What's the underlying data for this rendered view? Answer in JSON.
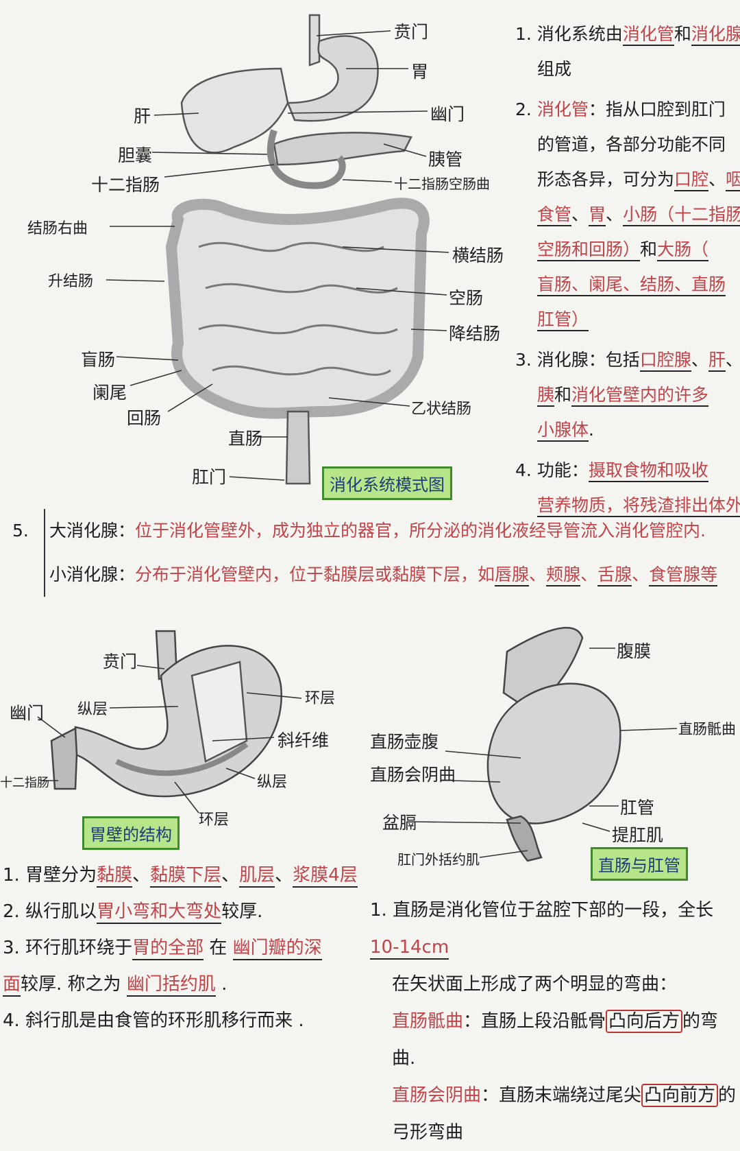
{
  "digestive_diagram": {
    "caption": "消化系统模式图",
    "labels": {
      "cardia": "贲门",
      "stomach": "胃",
      "liver": "肝",
      "pylorus": "幽门",
      "gallbladder": "胆囊",
      "pancreatic_duct": "胰管",
      "duodenum": "十二指肠",
      "duodenojejunal_flexure": "十二指肠空肠曲",
      "right_colic_flexure": "结肠右曲",
      "transverse_colon": "横结肠",
      "ascending_colon": "升结肠",
      "jejunum": "空肠",
      "descending_colon": "降结肠",
      "cecum": "盲肠",
      "appendix": "阑尾",
      "ileum": "回肠",
      "sigmoid_colon": "乙状结肠",
      "rectum": "直肠",
      "anus": "肛门"
    }
  },
  "right_notes": [
    {
      "lines": [
        [
          {
            "t": "1. 消化系统由",
            "c": "k"
          },
          {
            "t": "消化管",
            "c": "r",
            "u": 1
          },
          {
            "t": "和",
            "c": "k"
          },
          {
            "t": "消化腺",
            "c": "r",
            "u": 1
          }
        ],
        [
          {
            "t": "组成",
            "c": "k",
            "i": 1
          }
        ]
      ]
    },
    {
      "lines": [
        [
          {
            "t": "2. ",
            "c": "k"
          },
          {
            "t": "消化管",
            "c": "r"
          },
          {
            "t": "：指从口腔到肛门",
            "c": "k"
          }
        ],
        [
          {
            "t": "的管道，各部分功能不同",
            "c": "k",
            "i": 1
          }
        ],
        [
          {
            "t": "形态各异，可分为",
            "c": "k",
            "i": 1
          },
          {
            "t": "口腔",
            "c": "r",
            "u": 1
          },
          {
            "t": "、",
            "c": "k"
          },
          {
            "t": "咽",
            "c": "r",
            "u": 1
          }
        ],
        [
          {
            "t": "食管",
            "c": "r",
            "u": 1,
            "i": 1
          },
          {
            "t": "、",
            "c": "k"
          },
          {
            "t": "胃",
            "c": "r",
            "u": 1
          },
          {
            "t": "、",
            "c": "k"
          },
          {
            "t": "小肠（十二指肠、",
            "c": "r",
            "u": 1
          }
        ],
        [
          {
            "t": "空肠和回肠）",
            "c": "r",
            "u": 1,
            "i": 1
          },
          {
            "t": "和",
            "c": "k"
          },
          {
            "t": "大肠（",
            "c": "r",
            "u": 1
          }
        ],
        [
          {
            "t": "盲肠、阑尾、结肠、直肠",
            "c": "r",
            "u": 1,
            "i": 1
          }
        ],
        [
          {
            "t": "肛管）",
            "c": "r",
            "u": 1,
            "i": 1
          }
        ]
      ]
    },
    {
      "lines": [
        [
          {
            "t": "3. 消化腺：包括",
            "c": "k"
          },
          {
            "t": "口腔腺",
            "c": "r",
            "u": 1
          },
          {
            "t": "、",
            "c": "k"
          },
          {
            "t": "肝",
            "c": "r",
            "u": 1
          },
          {
            "t": "、",
            "c": "k"
          }
        ],
        [
          {
            "t": "胰",
            "c": "r",
            "u": 1,
            "i": 1
          },
          {
            "t": "和",
            "c": "k"
          },
          {
            "t": "消化管壁内的许多",
            "c": "r",
            "u": 1
          }
        ],
        [
          {
            "t": "小腺体",
            "c": "r",
            "u": 1,
            "i": 1
          },
          {
            "t": ".",
            "c": "k"
          }
        ]
      ]
    },
    {
      "lines": [
        [
          {
            "t": "4. 功能：",
            "c": "k"
          },
          {
            "t": "摄取食物和吸收",
            "c": "r",
            "u": 1
          }
        ],
        [
          {
            "t": "营养物质，将残渣排出体外",
            "c": "r",
            "u": 1,
            "i": 1
          }
        ]
      ]
    }
  ],
  "section5": {
    "number": "5.",
    "lines": [
      [
        {
          "t": "大消化腺：",
          "c": "k"
        },
        {
          "t": "位于消化管壁外，成为独立的器官，所分泌的消化液经导管流入消化管腔内.",
          "c": "r"
        }
      ],
      [
        {
          "t": "小消化腺：",
          "c": "k"
        },
        {
          "t": "分布于消化管壁内，位于黏膜层或黏膜下层，如",
          "c": "r"
        },
        {
          "t": "唇腺",
          "c": "r",
          "u": 1
        },
        {
          "t": "、",
          "c": "r"
        },
        {
          "t": "颊腺",
          "c": "r",
          "u": 1
        },
        {
          "t": "、",
          "c": "r"
        },
        {
          "t": "舌腺",
          "c": "r",
          "u": 1
        },
        {
          "t": "、",
          "c": "r"
        },
        {
          "t": "食管腺等",
          "c": "r",
          "u": 1
        }
      ]
    ]
  },
  "stomach_diagram": {
    "caption": "胃壁的结构",
    "labels": {
      "cardia": "贲门",
      "pylorus": "幽门",
      "longitudinal_outer": "纵层",
      "circular_right": "环层",
      "oblique_fibers": "斜纤维",
      "duodenum": "十二指肠",
      "longitudinal_lower": "纵层",
      "circular_lower": "环层"
    }
  },
  "stomach_notes": [
    [
      {
        "t": "1. 胃壁分为",
        "c": "k"
      },
      {
        "t": "黏膜",
        "c": "r",
        "u": 1
      },
      {
        "t": "、",
        "c": "k"
      },
      {
        "t": "黏膜下层",
        "c": "r",
        "u": 1
      },
      {
        "t": "、",
        "c": "k"
      },
      {
        "t": "肌层",
        "c": "r",
        "u": 1
      },
      {
        "t": "、",
        "c": "k"
      },
      {
        "t": "浆膜4层",
        "c": "r",
        "u": 1
      }
    ],
    [
      {
        "t": "2. 纵行肌以",
        "c": "k"
      },
      {
        "t": "胃小弯和大弯处",
        "c": "r",
        "u": 1
      },
      {
        "t": "较厚.",
        "c": "k"
      }
    ],
    [
      {
        "t": "3. 环行肌环绕于",
        "c": "k"
      },
      {
        "t": "胃的全部",
        "c": "r",
        "u": 1
      },
      {
        "t": " 在 ",
        "c": "k"
      },
      {
        "t": "幽门瓣的深",
        "c": "r",
        "u": 1
      }
    ],
    [
      {
        "t": "面",
        "c": "r",
        "u": 1
      },
      {
        "t": "较厚. 称之为 ",
        "c": "k"
      },
      {
        "t": "幽门括约肌",
        "c": "r",
        "u": 1
      },
      {
        "t": " .",
        "c": "k"
      }
    ],
    [
      {
        "t": "4. 斜行肌是由食管的环形肌移行而来 .",
        "c": "k"
      }
    ]
  ],
  "rectum_diagram": {
    "caption": "直肠与肛管",
    "labels": {
      "peritoneum": "腹膜",
      "sacral_flexure": "直肠骶曲",
      "ampulla": "直肠壶腹",
      "perineal_flexure": "直肠会阴曲",
      "pelvic_diaphragm": "盆膈",
      "anal_canal": "肛管",
      "levator_ani": "提肛肌",
      "external_sphincter": "肛门外括约肌"
    }
  },
  "rectum_notes": [
    [
      {
        "t": "1. 直肠是消化管位于盆腔下部的一段，全长",
        "c": "k"
      },
      {
        "t": "10-14cm",
        "c": "r",
        "u": 1
      }
    ],
    [
      {
        "t": "在矢状面上形成了两个明显的弯曲：",
        "c": "k",
        "i": 1
      }
    ],
    [
      {
        "t": "直肠骶曲",
        "c": "r",
        "i": 1
      },
      {
        "t": "：直肠上段沿骶骨",
        "c": "k"
      },
      {
        "t": "凸向后方",
        "c": "k",
        "b": 1
      },
      {
        "t": "的弯曲.",
        "c": "k"
      }
    ],
    [
      {
        "t": "直肠会阴曲",
        "c": "r",
        "i": 1
      },
      {
        "t": "：直肠末端绕过尾尖",
        "c": "k"
      },
      {
        "t": "凸向前方",
        "c": "k",
        "b": 1
      },
      {
        "t": "的弓形弯曲",
        "c": "k"
      }
    ]
  ],
  "colors": {
    "red_ink": "#c0444a",
    "black_ink": "#1d1d1d",
    "caption_fill": "#b9e58a",
    "caption_border": "#3e8a2c",
    "paper": "#f4f5f1"
  }
}
